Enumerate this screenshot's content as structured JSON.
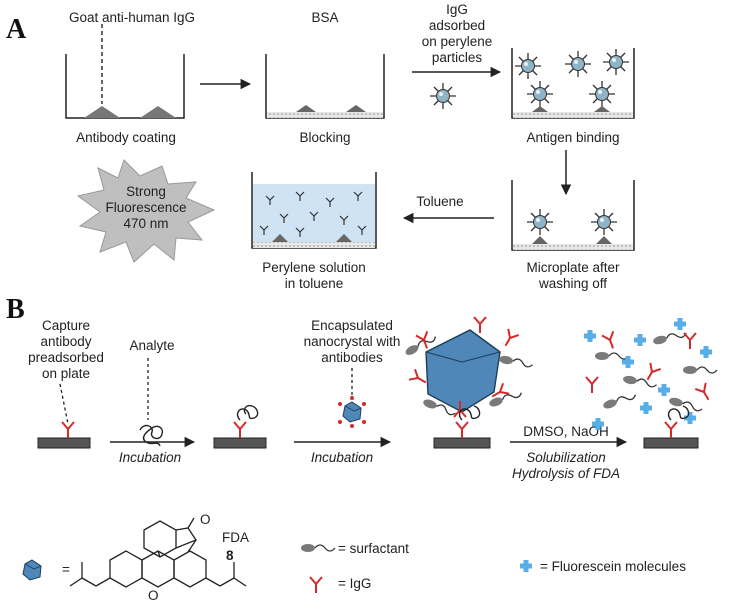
{
  "panelA": {
    "letter": "A",
    "well1_top": "Goat anti-human IgG",
    "well1_bottom": "Antibody coating",
    "well2_top": "BSA",
    "well2_bottom": "Blocking",
    "arrow_text": [
      "IgG",
      "adsorbed",
      "on perylene",
      "particles"
    ],
    "well3_bottom": "Antigen binding",
    "well4_bottom": [
      "Microplate after",
      "washing off"
    ],
    "toluene": "Toluene",
    "well5_bottom": [
      "Perylene solution",
      "in toluene"
    ],
    "burst": [
      "Strong",
      "Fluorescence",
      "470 nm"
    ]
  },
  "panelB": {
    "letter": "B",
    "capture": [
      "Capture",
      "antibody",
      "preadsorbed",
      "on plate"
    ],
    "analyte": "Analyte",
    "incubation1": "Incubation",
    "encapsulated": [
      "Encapsulated",
      "nanocrystal with",
      "antibodies"
    ],
    "incubation2": "Incubation",
    "dmso": "DMSO, NaOH",
    "solubilization": [
      "Solubilization",
      "Hydrolysis of FDA"
    ],
    "fda_label": "FDA",
    "fda_number": "8",
    "legend_equals": "=",
    "legend_surfactant": "= surfactant",
    "legend_igg": "= IgG",
    "legend_fluorescein": "= Fluorescein molecules"
  },
  "colors": {
    "igg_red": "#d62a2a",
    "crystal_blue": "#4f87b8",
    "fluorescein_blue": "#5aaee8",
    "plate_gray": "#555555",
    "solution_blue": "#cfe3f5",
    "surfactant_gray": "#7a7a7a"
  }
}
